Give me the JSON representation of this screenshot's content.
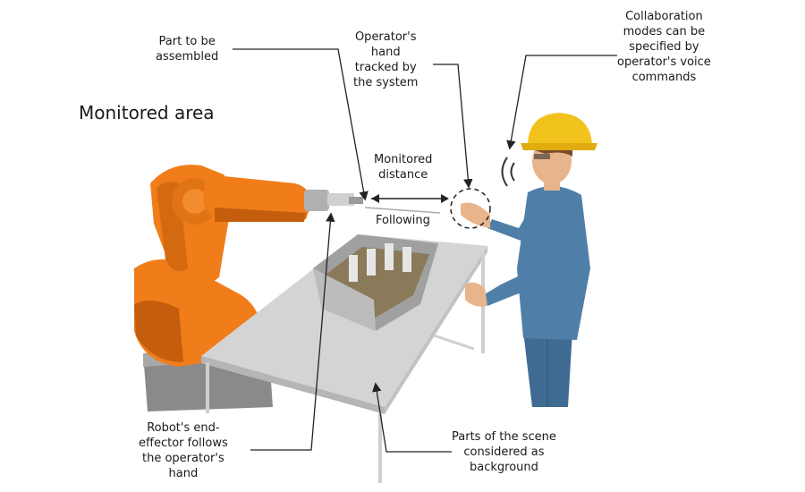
{
  "title": "Monitored area",
  "labels": {
    "part": [
      "Part to be",
      "assembled"
    ],
    "hand_tracked": [
      "Operator's",
      "hand",
      "tracked by",
      "the system"
    ],
    "collab": [
      "Collaboration",
      "modes can be",
      "specified by",
      "operator's voice",
      "commands"
    ],
    "monitored_distance": [
      "Monitored",
      "distance"
    ],
    "following": "Following",
    "end_effector": [
      "Robot's end-",
      "effector follows",
      "the operator's",
      "hand"
    ],
    "background": [
      "Parts of the scene",
      "considered as",
      "background"
    ]
  },
  "colors": {
    "robot": "#f07d1a",
    "robot_shadow": "#c45e0c",
    "robot_base": "#8a8a8a",
    "table_top": "#d4d4d4",
    "helmet": "#f2c21c",
    "shirt": "#4f7fa8",
    "skin": "#e8b48c"
  }
}
